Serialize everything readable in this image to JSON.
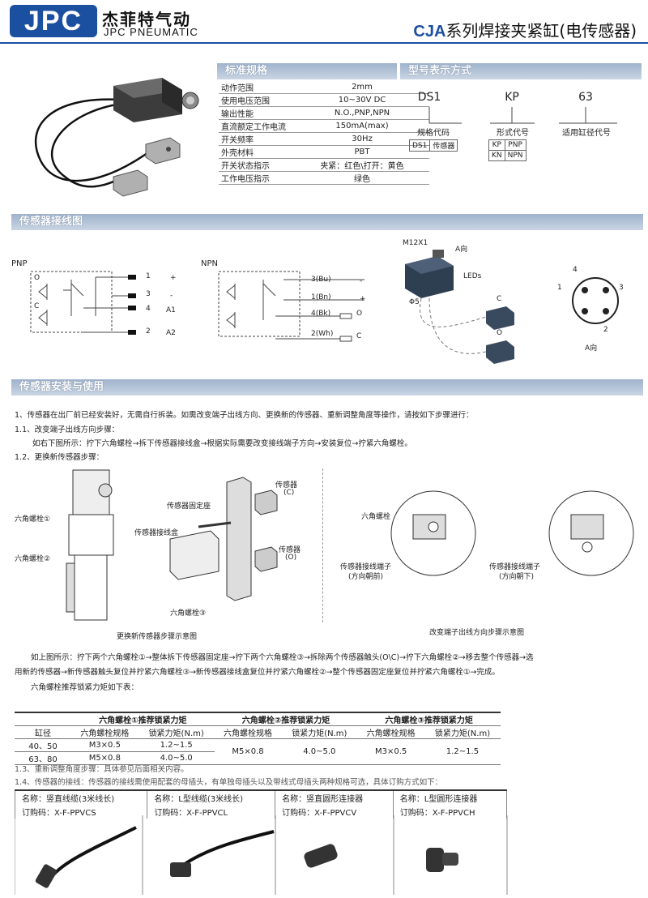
{
  "header": {
    "logo": "JPC",
    "brand_cn": "杰菲特气动",
    "brand_en": "JPC PNEUMATIC",
    "title_series": "CJA",
    "title_rest": "系列焊接夹紧缸(电传感器)"
  },
  "spec": {
    "heading": "标准规格",
    "rows": [
      {
        "k": "动作范围",
        "v": "2mm"
      },
      {
        "k": "使用电压范围",
        "v": "10~30V DC"
      },
      {
        "k": "输出性能",
        "v": "N.O.,PNP,NPN"
      },
      {
        "k": "直流额定工作电流",
        "v": "150mA(max)"
      },
      {
        "k": "开关频率",
        "v": "30Hz"
      },
      {
        "k": "外壳材料",
        "v": "PBT"
      },
      {
        "k": "开关状态指示",
        "v": "夹紧：红色\\打开：黄色"
      },
      {
        "k": "工作电压指示",
        "v": "绿色"
      }
    ]
  },
  "model": {
    "heading": "型号表示方式",
    "parts": [
      {
        "code": "DS1",
        "label": "规格代码",
        "table": [
          [
            "DS1",
            "传感器"
          ]
        ]
      },
      {
        "code": "KP",
        "label": "形式代号",
        "table": [
          [
            "KP",
            "PNP"
          ],
          [
            "KN",
            "NPN"
          ]
        ]
      },
      {
        "code": "63",
        "label": "适用缸径代号",
        "table": []
      }
    ]
  },
  "wiring": {
    "heading": "传感器接线图",
    "pnp": {
      "title": "PNP",
      "o": "O",
      "c": "C",
      "pins": [
        {
          "n": "1",
          "s": "+"
        },
        {
          "n": "3",
          "s": "-"
        },
        {
          "n": "4",
          "s": "A1"
        },
        {
          "n": "2",
          "s": "A2"
        }
      ]
    },
    "npn": {
      "title": "NPN",
      "wires": [
        {
          "n": "3(Bu)",
          "s": "-"
        },
        {
          "n": "1(Bn)",
          "s": "+"
        },
        {
          "n": "4(Bk)",
          "s": "O"
        },
        {
          "n": "2(Wh)",
          "s": "C"
        }
      ]
    },
    "iso": {
      "m12": "M12X1",
      "a": "A向",
      "leds": "LEDs",
      "phi": "Φ5",
      "c": "C",
      "o": "O"
    },
    "pinout": {
      "p1": "1",
      "p2": "2",
      "p3": "3",
      "p4": "4",
      "a": "A向"
    }
  },
  "install": {
    "heading": "传感器安装与使用",
    "l1": "1、传感器在出厂前已经安装好，无需自行拆装。如需改变端子出线方向、更换新的传感器、重新调整角度等操作，请按如下步骤进行：",
    "l2": "1.1、改变端子出线方向步骤：",
    "l3": "如右下图所示：拧下六角螺栓→拆下传感器接线盒→根据实际需要改变接线端子方向→安装复位→拧紧六角螺栓。",
    "l4": "1.2、更换新传感器步骤：",
    "fig1": {
      "b1": "六角螺栓①",
      "b2": "六角螺栓②",
      "seat": "传感器固定座",
      "box": "传感器接线盒",
      "b3": "六角螺栓③",
      "sc": "传感器",
      "scc": "(C)",
      "so": "传感器",
      "soo": "(O)",
      "caption": "更换新传感器步骤示意图"
    },
    "fig2": {
      "bolt": "六角螺栓",
      "term1": "传感器接线端子",
      "dir1": "(方向朝前)",
      "term2": "传感器接线端子",
      "dir2": "(方向朝下)",
      "caption": "改变端子出线方向步骤示意图"
    },
    "p1a": "如上图所示：拧下两个六角螺栓①→整体拆下传感器固定座→拧下两个六角螺栓③→拆除两个传感器触头(O\\C)→拧下六角螺栓②→移去整个传感器→选",
    "p1b": "用新的传感器→新传感器触头复位并拧紧六角螺栓③→新传感器接线盒复位并拧紧六角螺栓②→整个传感器固定座复位并拧紧六角螺栓①→完成。",
    "p2": "六角螺栓推荐锁紧力矩如下表："
  },
  "torque": {
    "h": [
      "六角螺栓①推荐锁紧力矩",
      "六角螺栓②推荐锁紧力矩",
      "六角螺栓③推荐锁紧力矩"
    ],
    "sub": [
      "缸径",
      "六角螺栓规格",
      "锁紧力矩(N.m)",
      "六角螺栓规格",
      "锁紧力矩(N.m)",
      "六角螺栓规格",
      "锁紧力矩(N.m)"
    ],
    "r1": [
      "40、50",
      "M3×0.5",
      "1.2~1.5"
    ],
    "r2": [
      "63、80",
      "M5×0.8",
      "4.0~5.0"
    ],
    "b2": [
      "M5×0.8",
      "4.0~5.0"
    ],
    "b3": [
      "M3×0.5",
      "1.2~1.5"
    ]
  },
  "notes": {
    "n13": "1.3、重新调整角度步骤：具体参见后面相关内容。",
    "n14": "1.4、传感器的接线：传感器的接线需使用配套的母插头，有单独母插头以及带线式母插头两种规格可选，具体订购方式如下："
  },
  "connectors": [
    {
      "name": "名称：竖直线缆(3米线长)",
      "code": "订购码：X-F-PPVCS"
    },
    {
      "name": "名称：L型线缆(3米线长)",
      "code": "订购码：X-F-PPVCL"
    },
    {
      "name": "名称：竖直圆形连接器",
      "code": "订购码：X-F-PPVCV"
    },
    {
      "name": "名称：L型圆形连接器",
      "code": "订购码：X-F-PPVCH"
    }
  ]
}
